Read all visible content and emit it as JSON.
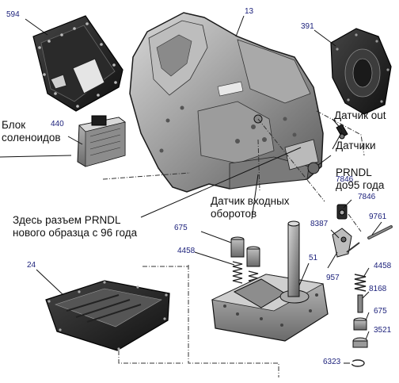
{
  "callouts": {
    "p594": "594",
    "p13": "13",
    "p391": "391",
    "p440": "440",
    "p7846a": "7846",
    "p7846b": "7846",
    "p9761": "9761",
    "p8387": "8387",
    "p675a": "675",
    "p675b": "675",
    "p4458a": "4458",
    "p4458b": "4458",
    "p51": "51",
    "p957": "957",
    "p8168": "8168",
    "p3521": "3521",
    "p6323": "6323",
    "p24": "24"
  },
  "labels": {
    "solenoid_block": [
      "Блок",
      "соленоидов"
    ],
    "sensor_out": "Датчик out",
    "sensors_prndl": [
      "Датчики",
      "PRNDL",
      "до95 года"
    ],
    "input_speed_sensor": [
      "Датчик входных",
      "оборотов"
    ],
    "prndl_connector": [
      "Здесь разъем PRNDL",
      "нового образца с 96 года"
    ]
  }
}
